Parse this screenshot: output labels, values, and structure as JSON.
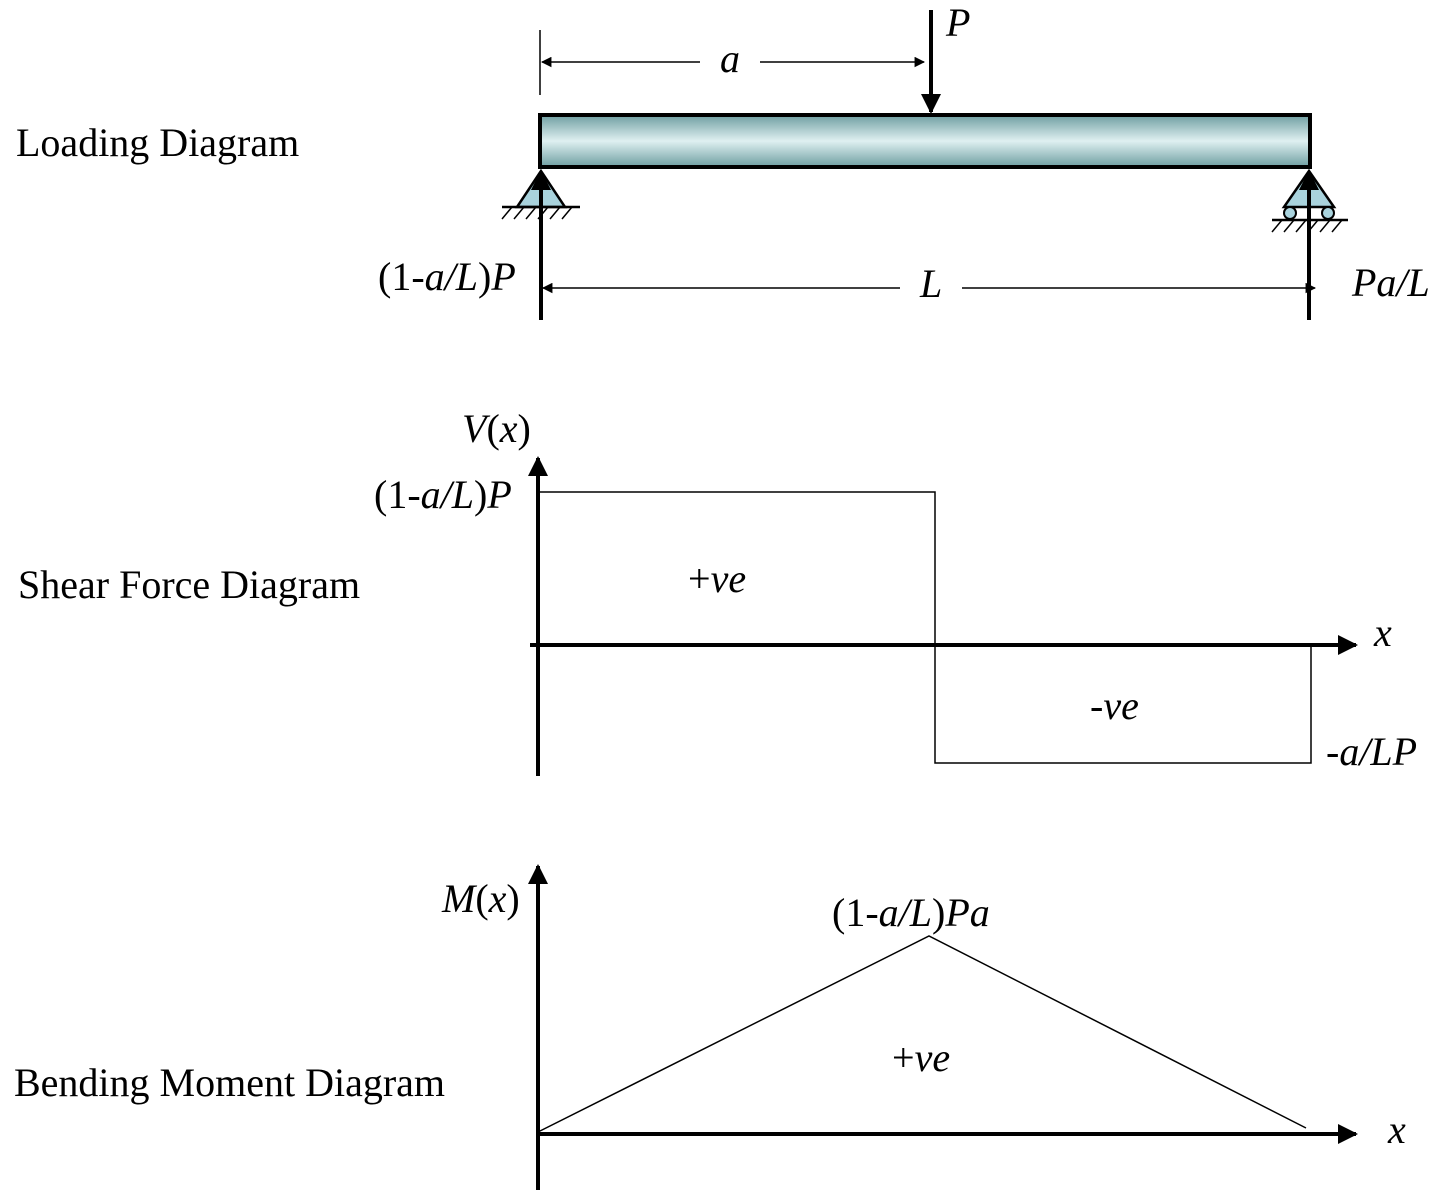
{
  "loading_diagram": {
    "title": "Loading Diagram",
    "load_label": "P",
    "distance_label": "a",
    "span_label": "L",
    "left_reaction": {
      "prefix": "(1-",
      "italic": "a/L",
      "suffix": ")",
      "italic2": "P"
    },
    "right_reaction": "Pa/L",
    "beam_colors": {
      "edge": "#6e9ea1",
      "highlight": "#dff0f1",
      "support_fill": "#a9d3dd"
    }
  },
  "shear_force_diagram": {
    "title": "Shear Force Diagram",
    "y_axis_label": {
      "italic": "V",
      "roman": "(",
      "italic2": "x",
      "roman2": ")"
    },
    "x_axis_label": "x",
    "max_label": {
      "prefix": "(1-",
      "italic": "a/L",
      "suffix": ")",
      "italic2": "P"
    },
    "min_label": "-a/LP",
    "positive_region": {
      "sign": "+",
      "text": "ve"
    },
    "negative_region": {
      "sign": "-",
      "text": "ve"
    }
  },
  "bending_moment_diagram": {
    "title": "Bending Moment Diagram",
    "y_axis_label": {
      "italic": "M",
      "roman": "(",
      "italic2": "x",
      "roman2": ")"
    },
    "x_axis_label": "x",
    "peak_label": {
      "prefix": "(1-",
      "italic": "a/L",
      "suffix": ")",
      "italic2": "Pa"
    },
    "positive_region": {
      "sign": "+",
      "text": "ve"
    }
  }
}
